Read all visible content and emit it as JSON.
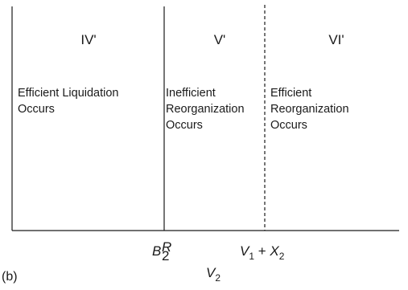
{
  "regions": [
    {
      "label": "IV'",
      "description": [
        "Efficient Liquidation",
        "Occurs"
      ]
    },
    {
      "label": "V'",
      "description": [
        "Inefficient",
        "Reorganization",
        "Occurs"
      ]
    },
    {
      "label": "VI'",
      "description": [
        "Efficient",
        "Reorganization",
        "Occurs"
      ]
    }
  ],
  "boundaries": {
    "first": {
      "base": "B",
      "sub": "2",
      "sup": "R"
    },
    "second": {
      "a": "V",
      "a_sub": "1",
      "op": " + ",
      "b": "X",
      "b_sub": "2"
    }
  },
  "x_axis": {
    "base": "V",
    "sub": "2"
  },
  "panel": "(b)"
}
